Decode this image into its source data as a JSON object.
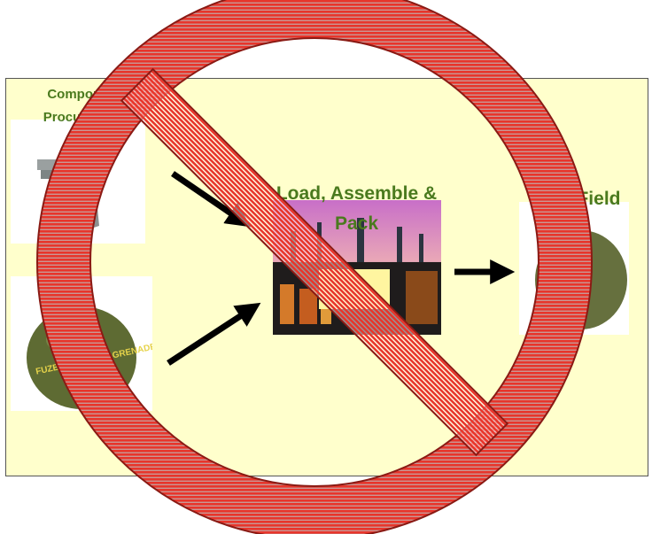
{
  "labels": {
    "component_procurement": "Component Procurement",
    "load_assemble_pack": "Load, Assemble & Pack",
    "field": "Field"
  },
  "grenade_marking": "FUZE M213 HAND GRENADE",
  "colors": {
    "panel_bg": "#ffffcc",
    "label_green": "#4a7a1e",
    "no_symbol_red": "#e8352b",
    "arrow": "#000000"
  },
  "icons": [
    "fuze-icon",
    "grenade-icon",
    "factory-icon",
    "field-grenade-icon",
    "arrow-icon",
    "prohibition-icon"
  ]
}
